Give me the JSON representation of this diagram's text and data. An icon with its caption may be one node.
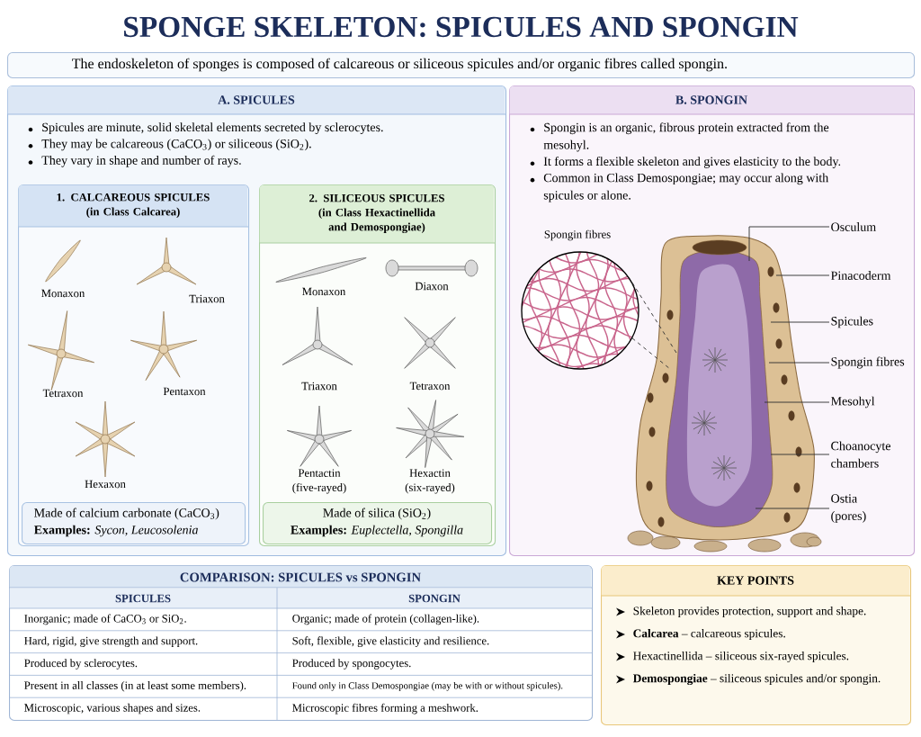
{
  "diagram": {
    "title": "SPONGE SKELETON: SPICULES AND SPONGIN",
    "nodes": [
      {
        "text": [
          "The endoskeleton of sponges is composed of calcareous or siliceous spicules and/or organic fibres called spongin."
        ]
      },
      {
        "text": [
          "A. SPICULES",
          "Spicules are minute, solid skeletal elements secreted by sclerocytes.",
          "They may be calcareous (CaCO$_{3}$) or siliceous (SiO$_{2}$).",
          "They vary in shape and number of rays."
        ]
      },
      {
        "text": [
          "1. CALCAREOUS SPICULES (in Class Calcarea)"
        ],
        "in": 1
      },
      {
        "text": [
          "Made of calcium carbonate (CaCO$_{3}$)",
          "**Examples:** *Sycon, Leucosolenia*"
        ],
        "in": 2
      },
      {
        "text": [
          "2. SILICEOUS SPICULES (in Class Hexactinellida and Demospongiae)"
        ],
        "in": 1
      },
      {
        "text": [
          "Made of silica (SiO$_{2}$)",
          "**Examples:** *Euplectella, Spongilla*"
        ],
        "in": 4
      },
      {
        "text": [
          "B. SPONGIN",
          "Spongin is an organic, fibrous protein extracted from the mesohyl.",
          "It forms a flexible skeleton and gives elasticity to the body.",
          "Common in Class Demospongiae; may occur along with spicules or alone."
        ]
      },
      {
        "text": [],
        "shape": "circle",
        "beside": [
          "Spongin fibres"
        ],
        "in": 6
      },
      {
        "text": [],
        "shape": "picture",
        "in": 6
      },
      {
        "text": [
          "Osculum"
        ],
        "in": 6
      },
      {
        "text": [
          "Pinacoderm"
        ],
        "in": 6
      },
      {
        "text": [
          "Spicules"
        ],
        "in": 6
      },
      {
        "text": [
          "Spongin fibres"
        ],
        "in": 6
      },
      {
        "text": [
          "Mesohyl"
        ],
        "in": 6
      },
      {
        "text": [
          "Choanocyte chambers"
        ],
        "in": 6
      },
      {
        "text": [
          "Ostia (pores)"
        ],
        "in": 6
      },
      {
        "text": [
          "COMPARISON: SPICULES vs SPONGIN"
        ]
      },
      {
        "text": [
          "KEY POINTS",
          "Skeleton provides protection, support and shape.",
          "**Calcarea** – calcareous spicules.",
          "Hexactinellida – siliceous six-rayed spicules.",
          "**Demospongiae** – siliceous spicules and/or spongin."
        ]
      }
    ],
    "edges": [
      {
        "from": 7,
        "to": 8,
        "arrow": "none",
        "style": "dashed"
      },
      {
        "from": 7,
        "to": 8,
        "arrow": "none",
        "style": "dashed"
      },
      {
        "from": 9,
        "to": 8,
        "arrow": "none"
      },
      {
        "from": 10,
        "to": 8,
        "arrow": "none"
      },
      {
        "from": 11,
        "to": 8,
        "arrow": "none"
      },
      {
        "from": 12,
        "to": 8,
        "arrow": "none"
      },
      {
        "from": 13,
        "to": 8,
        "arrow": "none"
      },
      {
        "from": 14,
        "to": 8,
        "arrow": "none"
      },
      {
        "from": 15,
        "to": 8,
        "arrow": "none"
      }
    ],
    "labels": [
      "Monaxon",
      "Triaxon",
      "Tetraxon",
      "Pentaxon",
      "Hexaxon",
      "Monaxon",
      "Diaxon",
      "Triaxon",
      "Tetraxon",
      "Pentactin (five-rayed)",
      "Hexactin (six-rayed)",
      "SPICULES",
      "SPONGIN",
      "Inorganic; made of CaCO$_{3}$ or SiO$_{2}$.",
      "Organic; made of protein (collagen-like).",
      "Hard, rigid, give strength and support.",
      "Soft, flexible, give elasticity and resilience.",
      "Produced by sclerocytes.",
      "Produced by spongocytes.",
      "Present in all classes (in at least some members).",
      "Found only in Class Demospongiae (may be with or without spicules).",
      "Microscopic, various shapes and sizes.",
      "Microscopic fibres forming a meshwork."
    ]
  }
}
